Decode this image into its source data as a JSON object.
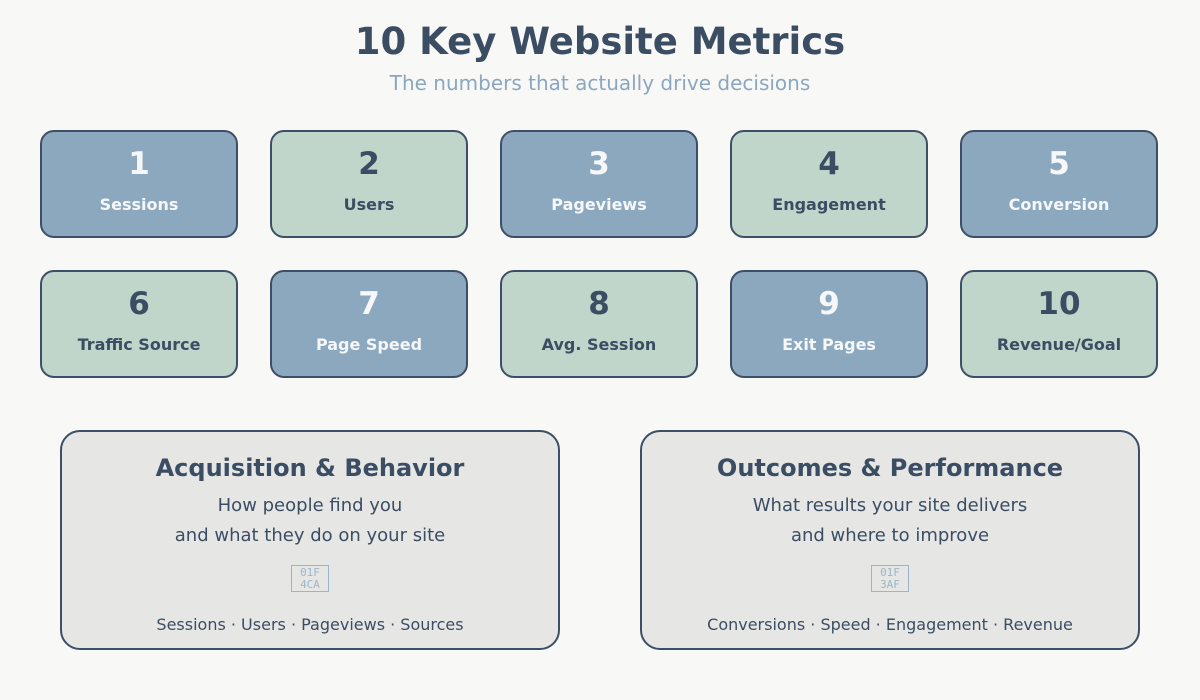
{
  "header": {
    "title": "10 Key Website Metrics",
    "subtitle": "The numbers that actually drive decisions"
  },
  "colors": {
    "blue_card": "#8ca8bf",
    "green_card": "#c0d6ca",
    "border": "#3d4f66",
    "text_dark": "#3b4d63",
    "subtitle": "#8ba7bf",
    "panel_bg": "#e6e6e5",
    "background": "#f8f8f7"
  },
  "metrics": [
    {
      "number": "1",
      "label": "Sessions",
      "style": "blue"
    },
    {
      "number": "2",
      "label": "Users",
      "style": "green"
    },
    {
      "number": "3",
      "label": "Pageviews",
      "style": "blue"
    },
    {
      "number": "4",
      "label": "Engagement",
      "style": "green"
    },
    {
      "number": "5",
      "label": "Conversion",
      "style": "blue"
    },
    {
      "number": "6",
      "label": "Traffic Source",
      "style": "green"
    },
    {
      "number": "7",
      "label": "Page Speed",
      "style": "blue"
    },
    {
      "number": "8",
      "label": "Avg. Session",
      "style": "green"
    },
    {
      "number": "9",
      "label": "Exit Pages",
      "style": "blue"
    },
    {
      "number": "10",
      "label": "Revenue/Goal",
      "style": "green"
    }
  ],
  "panels": [
    {
      "title": "Acquisition & Behavior",
      "desc_line1": "How people find you",
      "desc_line2": "and what they do on your site",
      "icon": "bar-chart-icon",
      "icon_fallback_line1": "01F",
      "icon_fallback_line2": "4CA",
      "tags": "Sessions · Users · Pageviews · Sources"
    },
    {
      "title": "Outcomes & Performance",
      "desc_line1": "What results your site delivers",
      "desc_line2": "and where to improve",
      "icon": "target-icon",
      "icon_fallback_line1": "01F",
      "icon_fallback_line2": "3AF",
      "tags": "Conversions · Speed · Engagement · Revenue"
    }
  ]
}
